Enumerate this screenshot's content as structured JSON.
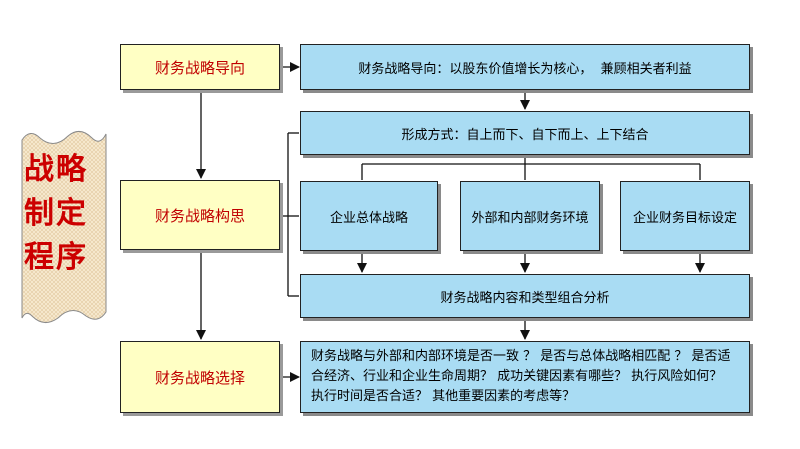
{
  "title": {
    "lines": [
      "战略",
      "制定",
      "程序"
    ]
  },
  "stages": {
    "orientation": "财务战略导向",
    "conception": "财务战略构思",
    "selection": "财务战略选择"
  },
  "details": {
    "orientation": "财务战略导向：以股东价值增长为核心，  兼顾相关者利益",
    "formation": "形成方式：自上而下、自下而上、上下结合",
    "corporate_strategy": "企业总体战略",
    "environment": "外部和内部财务环境",
    "financial_goals": "企业财务目标设定",
    "analysis": "财务战略内容和类型组合分析",
    "selection": "财务战略与外部和内部环境是否一致 ？ 是否与总体战略相匹配 ？ 是否适合经济、行业和企业生命周期？ 成功关键因素有哪些？ 执行风险如何？ 执行时间是否合适？ 其他重要因素的考虑等？"
  },
  "colors": {
    "stage_fill": "#ffffc4",
    "stage_text": "#c00000",
    "detail_fill": "#a9dcf3",
    "title_text": "#cc0000"
  }
}
